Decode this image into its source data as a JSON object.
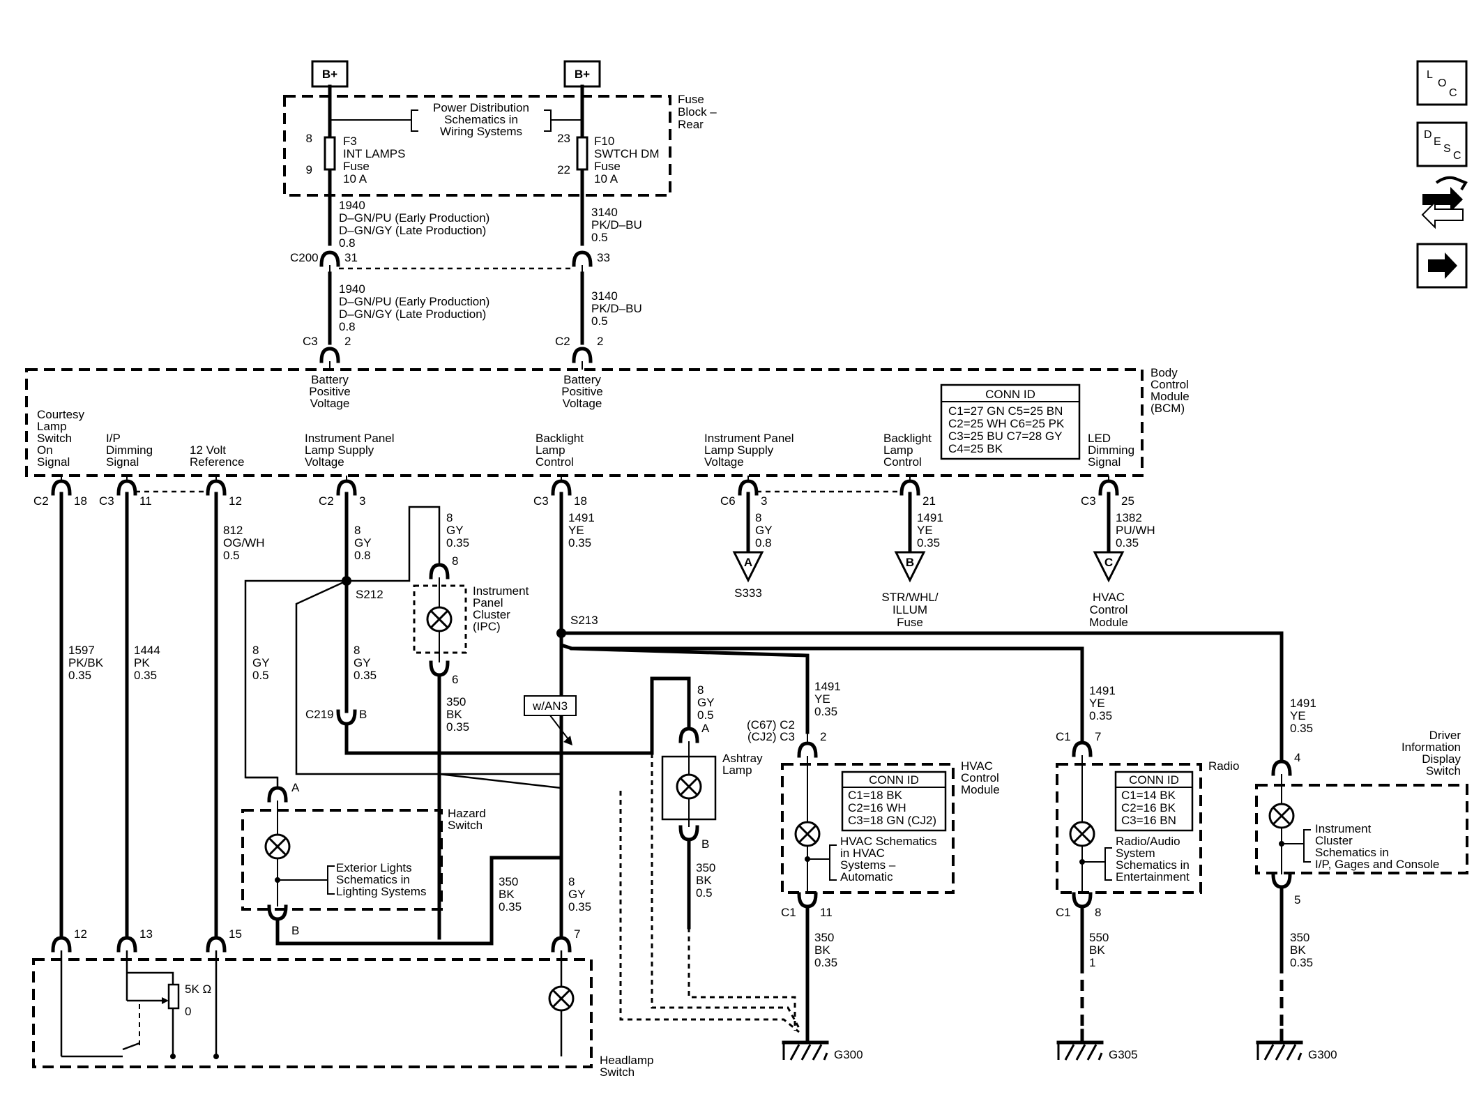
{
  "power": {
    "bplus": "B+"
  },
  "fuse_block": {
    "lines": [
      "Fuse",
      "Block –",
      "Rear"
    ],
    "ref": [
      "Power Distribution",
      "Schematics in",
      "Wiring Systems"
    ]
  },
  "fuse_f3": {
    "pin_in": "8",
    "pin_out": "9",
    "lines": [
      "F3",
      "INT LAMPS",
      "Fuse",
      "10 A"
    ]
  },
  "fuse_f10": {
    "pin_in": "23",
    "pin_out": "22",
    "lines": [
      "F10",
      "SWTCH DM",
      "Fuse",
      "10 A"
    ]
  },
  "wire_1940": [
    "1940",
    "D–GN/PU (Early Production)",
    "D–GN/GY (Late Production)",
    "0.8"
  ],
  "wire_3140": [
    "3140",
    "PK/D–BU",
    "0.5"
  ],
  "conn_c200": {
    "label": "C200",
    "pin_a": "31",
    "pin_b": "33"
  },
  "bcm": {
    "title": [
      "Body",
      "Control",
      "Module",
      "(BCM)"
    ],
    "batt_label": [
      "Battery",
      "Positive",
      "Voltage"
    ],
    "c3_2": {
      "c": "C3",
      "p": "2"
    },
    "c2_2": {
      "c": "C2",
      "p": "2"
    },
    "conn_id": {
      "title": "CONN ID",
      "rows": [
        "C1=27 GN  C5=25 BN",
        "C2=25 WH  C6=25 PK",
        "C3=25 BU  C7=28 GY",
        "C4=25 BK"
      ]
    },
    "signals": [
      {
        "lines": [
          "Courtesy",
          "Lamp",
          "Switch",
          "On",
          "Signal"
        ],
        "c": "C2",
        "p": "18"
      },
      {
        "lines": [
          "I/P",
          "Dimming",
          "Signal"
        ],
        "c": "C3",
        "p": "11"
      },
      {
        "lines": [
          "12 Volt",
          "Reference"
        ],
        "c": "",
        "p": "12"
      },
      {
        "lines": [
          "Instrument Panel",
          "Lamp Supply",
          "Voltage"
        ],
        "c": "C2",
        "p": "3"
      },
      {
        "lines": [
          "Backlight",
          "Lamp",
          "Control"
        ],
        "c": "C3",
        "p": "18"
      },
      {
        "lines": [
          "Instrument Panel",
          "Lamp Supply",
          "Voltage"
        ],
        "c": "C6",
        "p": "3"
      },
      {
        "lines": [
          "Backlight",
          "Lamp",
          "Control"
        ],
        "c": "",
        "p": "21"
      },
      {
        "lines": [
          "LED",
          "Dimming",
          "Signal"
        ],
        "c": "C3",
        "p": "25"
      }
    ]
  },
  "wires": {
    "w812": [
      "812",
      "OG/WH",
      "0.5"
    ],
    "w8gy08": [
      "8",
      "GY",
      "0.8"
    ],
    "w8gy035": [
      "8",
      "GY",
      "0.35"
    ],
    "w8gy05": [
      "8",
      "GY",
      "0.5"
    ],
    "w1491_035": [
      "1491",
      "YE",
      "0.35"
    ],
    "w1382": [
      "1382",
      "PU/WH",
      "0.35"
    ],
    "w1597": [
      "1597",
      "PK/BK",
      "0.35"
    ],
    "w1444": [
      "1444",
      "PK",
      "0.35"
    ],
    "w350_035": [
      "350",
      "BK",
      "0.35"
    ],
    "w350_05": [
      "350",
      "BK",
      "0.5"
    ],
    "w550": [
      "550",
      "BK",
      "1"
    ]
  },
  "refs": {
    "a": {
      "letter": "A",
      "label": "S333"
    },
    "b": {
      "letter": "B",
      "label": [
        "STR/WHL/",
        "ILLUM",
        "Fuse"
      ]
    },
    "c": {
      "letter": "C",
      "label": [
        "HVAC",
        "Control",
        "Module"
      ]
    }
  },
  "splices": {
    "s212": "S212",
    "s213": "S213"
  },
  "c219": {
    "label": "C219",
    "pin": "B"
  },
  "option": "w/AN3",
  "ipc": {
    "label": [
      "Instrument",
      "Panel",
      "Cluster",
      "(IPC)"
    ],
    "pin_top": "8",
    "pin_bot": "6"
  },
  "ashtray": {
    "label": [
      "Ashtray",
      "Lamp"
    ],
    "pin_top": "A",
    "pin_bot": "B"
  },
  "hazard": {
    "label": [
      "Hazard",
      "Switch"
    ],
    "pin_top": "A",
    "pin_bot": "B",
    "ref": [
      "Exterior Lights",
      "Schematics in",
      "Lighting Systems"
    ]
  },
  "headlamp": {
    "label": [
      "Headlamp",
      "Switch"
    ],
    "pins": [
      "12",
      "13",
      "15",
      "7"
    ],
    "resistor": "5K Ω",
    "zero": "0"
  },
  "hvac": {
    "label": [
      "HVAC",
      "Control",
      "Module"
    ],
    "conn_top": [
      "(C67) C2",
      "(CJ2) C3"
    ],
    "pin_top": "2",
    "conn_bot": "C1",
    "pin_bot": "11",
    "conn_id": {
      "title": "CONN ID",
      "rows": [
        "C1=18 BK",
        "C2=16 WH",
        "C3=18 GN (CJ2)"
      ]
    },
    "ref": [
      "HVAC Schematics",
      "in HVAC",
      "Systems –",
      "Automatic"
    ]
  },
  "radio": {
    "label": "Radio",
    "conn_top": "C1",
    "pin_top": "7",
    "conn_bot": "C1",
    "pin_bot": "8",
    "conn_id": {
      "title": "CONN ID",
      "rows": [
        "C1=14 BK",
        "C2=16 BK",
        "C3=16 BN"
      ]
    },
    "ref": [
      "Radio/Audio",
      "System",
      "Schematics in",
      "Entertainment"
    ]
  },
  "dids": {
    "label": [
      "Driver",
      "Information",
      "Display",
      "Switch"
    ],
    "pin_top": "4",
    "pin_bot": "5",
    "ref": [
      "Instrument",
      "Cluster",
      "Schematics in",
      "I/P, Gages and Console"
    ]
  },
  "grounds": [
    "G300",
    "G305",
    "G300"
  ],
  "side_icons": [
    {
      "name": "loc-icon",
      "chars": [
        "L",
        "O",
        "C"
      ]
    },
    {
      "name": "desc-icon",
      "chars": [
        "D",
        "E",
        "S",
        "C"
      ]
    },
    {
      "name": "wrench-arrows-icon"
    },
    {
      "name": "arrow-right-icon"
    }
  ]
}
